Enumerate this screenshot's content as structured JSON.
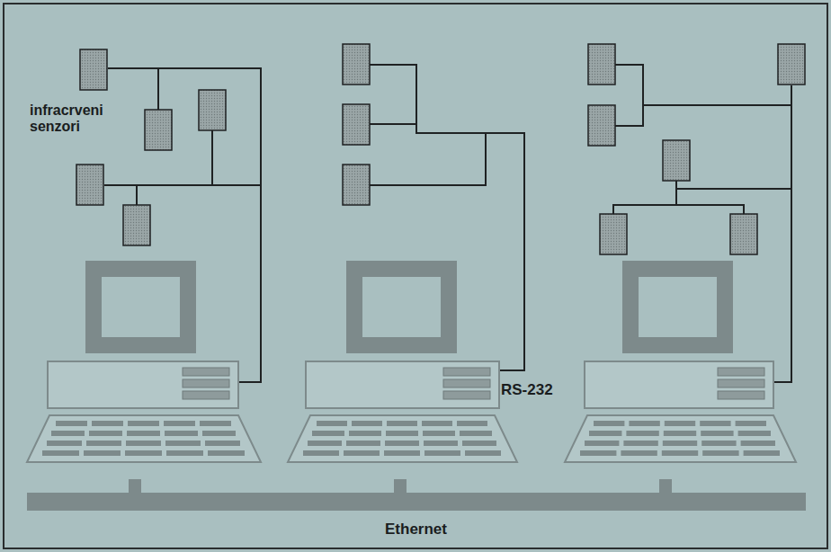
{
  "diagram": {
    "labels": [
      "infracrveni senzori",
      "RS-232",
      "Ethernet"
    ]
  }
}
